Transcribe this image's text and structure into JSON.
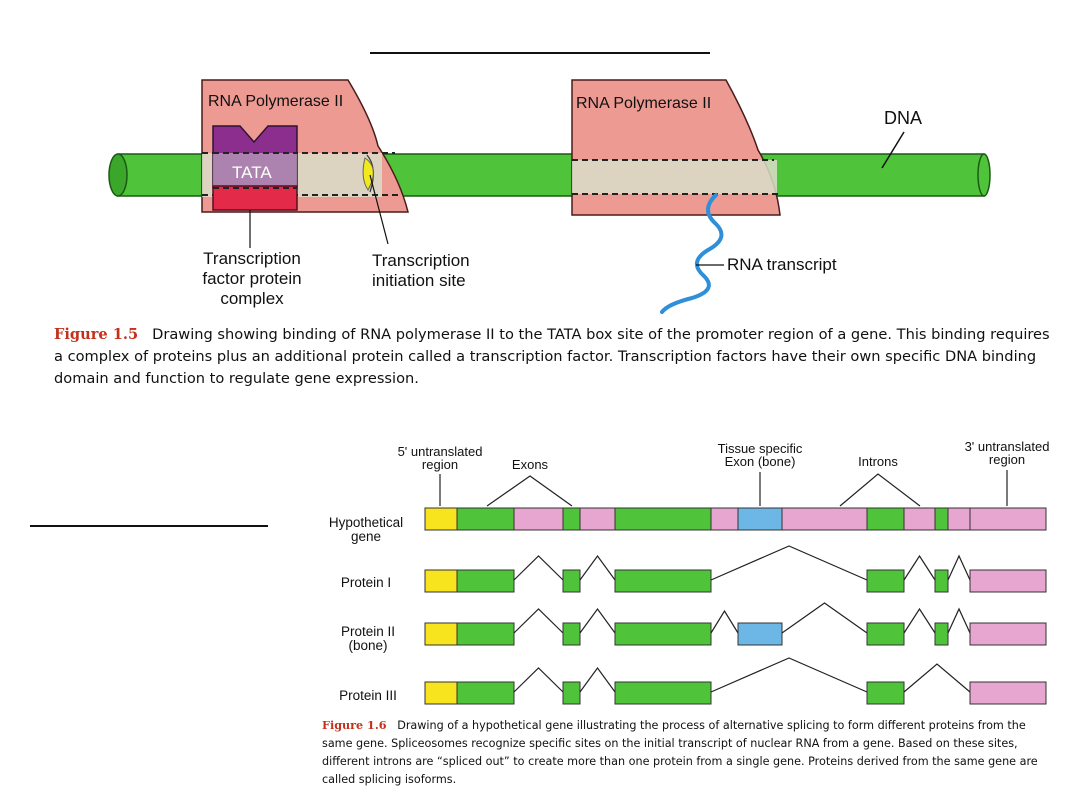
{
  "colors": {
    "dna": "#4fc43a",
    "polymerase": "#ec9a92",
    "tata": "#8c2e8e",
    "factor": "#e32a48",
    "initiation": "#f2e81e",
    "rna": "#2f8fd8",
    "exon": "#4fc43a",
    "intron": "#e7a6cf",
    "utr5": "#f7e31e",
    "tissue_exon": "#6cb7e6",
    "caption_label": "#c4301c"
  },
  "fig15": {
    "polymerase_left": "RNA Polymerase II",
    "polymerase_right": "RNA Polymerase II",
    "tata": "TATA",
    "dna": "DNA",
    "factor_label": [
      "Transcription",
      "factor protein",
      "complex"
    ],
    "initiation_label": [
      "Transcription",
      "initiation site"
    ],
    "rna_transcript": "RNA transcript",
    "caption_label": "Figure 1.5",
    "caption_text": "Drawing showing binding of RNA polymerase II to the TATA box site of the promoter region of a gene. This binding requires a complex of proteins plus an additional protein called a transcription factor. Transcription factors have their own specific DNA binding domain and function to regulate gene expression."
  },
  "fig16": {
    "label_utr5": [
      "5' untranslated",
      "region"
    ],
    "label_exons": "Exons",
    "label_tissue": [
      "Tissue specific",
      "Exon (bone)"
    ],
    "label_introns": "Introns",
    "label_utr3": [
      "3' untranslated",
      "region"
    ],
    "rows": [
      {
        "label": [
          "Hypothetical",
          "gene"
        ]
      },
      {
        "label": [
          "Protein I"
        ]
      },
      {
        "label": [
          "Protein II",
          "(bone)"
        ]
      },
      {
        "label": [
          "Protein III"
        ]
      }
    ],
    "caption_label": "Figure 1.6",
    "caption_text": "Drawing of a hypothetical gene illustrating the process of alternative splicing to form different proteins from the same gene. Spliceosomes recognize specific sites on the initial transcript of nuclear RNA from a gene. Based on these sites, different introns are “spliced out” to create more than one protein from a single gene. Proteins derived from the same gene are called splicing isoforms."
  }
}
